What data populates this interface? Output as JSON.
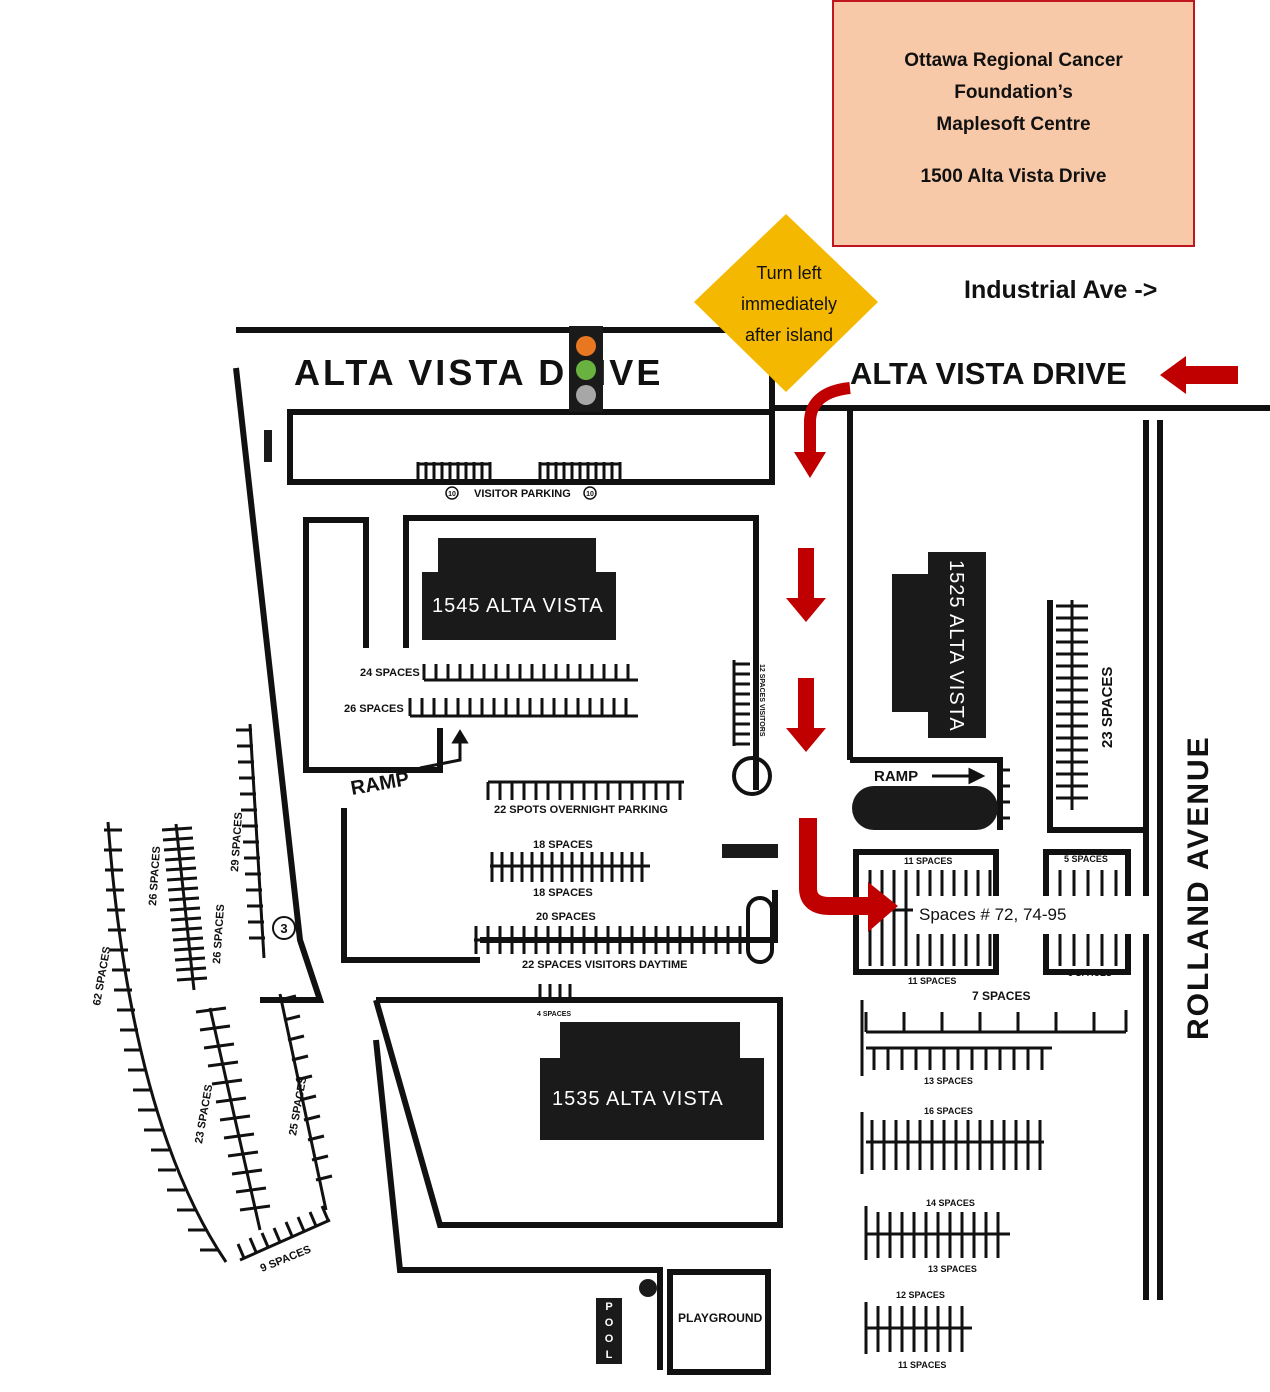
{
  "info_box": {
    "line1": "Ottawa Regional Cancer",
    "line2": "Foundation’s",
    "line3": "Maplesoft Centre",
    "address": "1500 Alta Vista Drive"
  },
  "industrial_label": "Industrial Ave ->",
  "alta_vista_drive_map": "ALTA VISTA DRIVE",
  "alta_vista_drive_overlay": "ALTA VISTA DRIVE",
  "rolland_avenue": "ROLLAND AVENUE",
  "turn_sign": {
    "line1": "Turn left",
    "line2": "immediately",
    "line3": "after island",
    "color": "#f5b800"
  },
  "traffic_light": {
    "top": "#e87722",
    "middle": "#6ab23f",
    "bottom": "#a7a7a7"
  },
  "arrow_color": "#c00000",
  "callout": "Spaces # 72, 74-95",
  "buildings": {
    "b1545": "1545 ALTA VISTA",
    "b1525": "1525 ALTA VISTA",
    "b1535": "1535 ALTA VISTA"
  },
  "labels": {
    "visitor_parking": "VISITOR PARKING",
    "vp_left_num": "10",
    "vp_right_num": "10",
    "s24": "24 SPACES",
    "s26": "26 SPACES",
    "ramp_left": "RAMP",
    "ramp_right": "RAMP",
    "overnight": "22 SPOTS OVERNIGHT PARKING",
    "s18_top": "18 SPACES",
    "s18_bottom": "18 SPACES",
    "s20": "20 SPACES",
    "visitors_daytime": "22 SPACES VISITORS DAYTIME",
    "s4": "4 SPACES",
    "s12_visitors": "12 SPACES VISITORS",
    "s23_right": "23 SPACES",
    "s11_top": "11 SPACES",
    "s11_mid": "11 SPACES",
    "s5_top": "5 SPACES",
    "s5_mid": "5 SPACES",
    "s7": "7 SPACES",
    "s13": "13 SPACES",
    "s16": "16 SPACES",
    "s14": "14 SPACES",
    "s13_b": "13 SPACES",
    "s12": "12 SPACES",
    "s11_b": "11 SPACES",
    "s62": "62 SPACES",
    "s26_left": "26 SPACES",
    "s26_left2": "26 SPACES",
    "s29": "29 SPACES",
    "s23_left": "23 SPACES",
    "s25": "25 SPACES",
    "s9": "9 SPACES",
    "circle3": "3",
    "playground": "PLAYGROUND",
    "pool": [
      "P",
      "O",
      "O",
      "L"
    ]
  }
}
